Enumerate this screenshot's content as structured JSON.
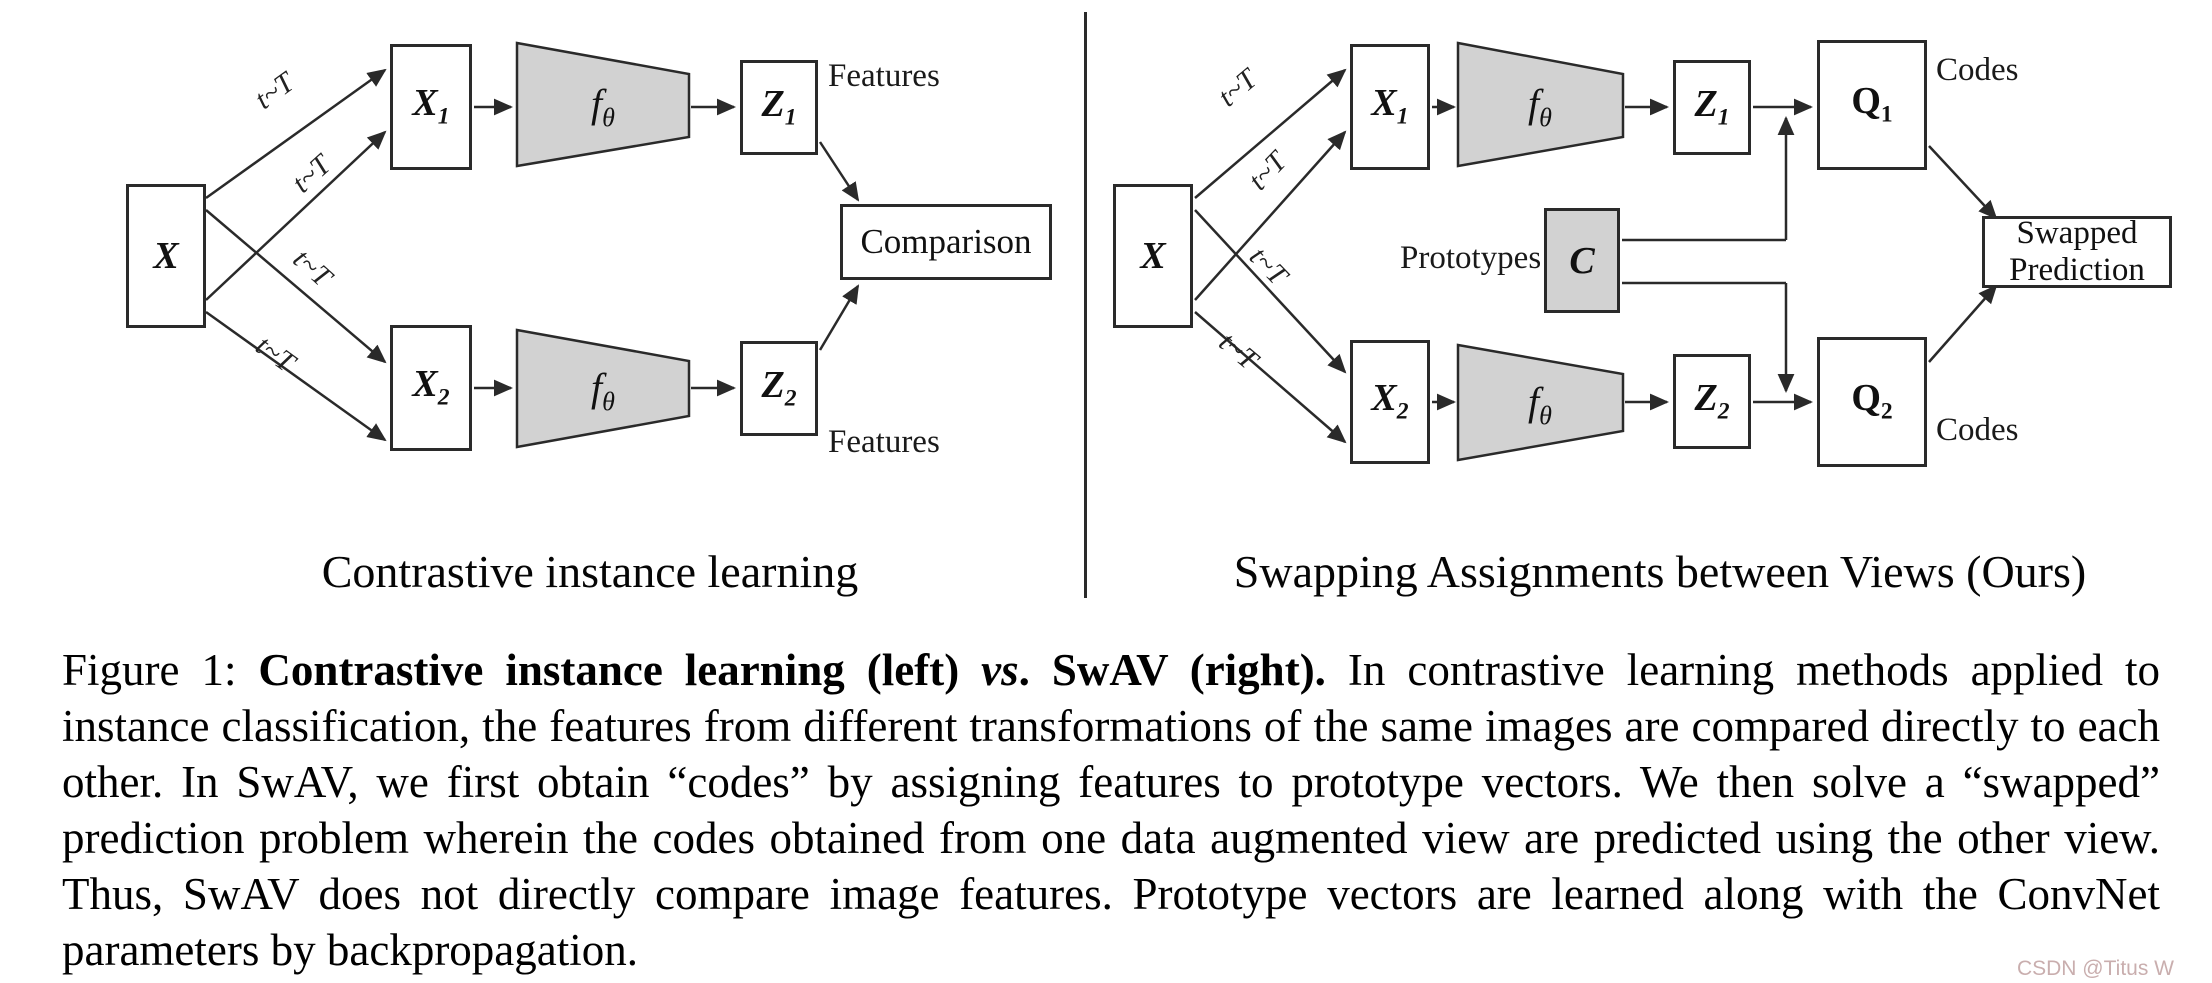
{
  "left": {
    "caption": "Contrastive instance learning",
    "nodes": {
      "x": "X",
      "x1": {
        "base": "X",
        "sub": "1"
      },
      "x2": {
        "base": "X",
        "sub": "2"
      },
      "f_top": {
        "base": "f",
        "sub": "θ"
      },
      "f_bottom": {
        "base": "f",
        "sub": "θ"
      },
      "z1": {
        "base": "Z",
        "sub": "1"
      },
      "z2": {
        "base": "Z",
        "sub": "2"
      },
      "comparison": "Comparison"
    },
    "labels": {
      "transform": "t~T",
      "features_top": "Features",
      "features_bottom": "Features"
    }
  },
  "right": {
    "caption": "Swapping Assignments between Views (Ours)",
    "nodes": {
      "x": "X",
      "x1": {
        "base": "X",
        "sub": "1"
      },
      "x2": {
        "base": "X",
        "sub": "2"
      },
      "f_top": {
        "base": "f",
        "sub": "θ"
      },
      "f_bottom": {
        "base": "f",
        "sub": "θ"
      },
      "z1": {
        "base": "Z",
        "sub": "1"
      },
      "z2": {
        "base": "Z",
        "sub": "2"
      },
      "q1": {
        "base": "Q",
        "sub": "1"
      },
      "q2": {
        "base": "Q",
        "sub": "2"
      },
      "c": "C",
      "swapped_prediction_line1": "Swapped",
      "swapped_prediction_line2": "Prediction"
    },
    "labels": {
      "transform": "t~T",
      "prototypes": "Prototypes",
      "codes_top": "Codes",
      "codes_bottom": "Codes"
    }
  },
  "figure_caption": {
    "segments": [
      {
        "text": "Figure 1: "
      },
      {
        "text": "Contrastive instance learning (left) "
      },
      {
        "text": "vs"
      },
      {
        "text": ". SwAV (right)."
      },
      {
        "text": " In contrastive learning methods applied to instance classification, the features from different transformations of the same images are compared directly to each other. In SwAV, we first obtain “codes” by assigning features to prototype vectors. We then solve a “swapped” prediction problem wherein the codes obtained from one data augmented view are predicted using the other view. Thus, SwAV does not directly compare image features. Prototype vectors are learned along with the ConvNet parameters by backpropagation."
      }
    ]
  },
  "watermark": "CSDN @Titus W",
  "colors": {
    "stroke": "#2a2a2a",
    "trapezoid_fill": "#d2d2d2",
    "watermark": "#c9aeae",
    "background": "#ffffff"
  }
}
